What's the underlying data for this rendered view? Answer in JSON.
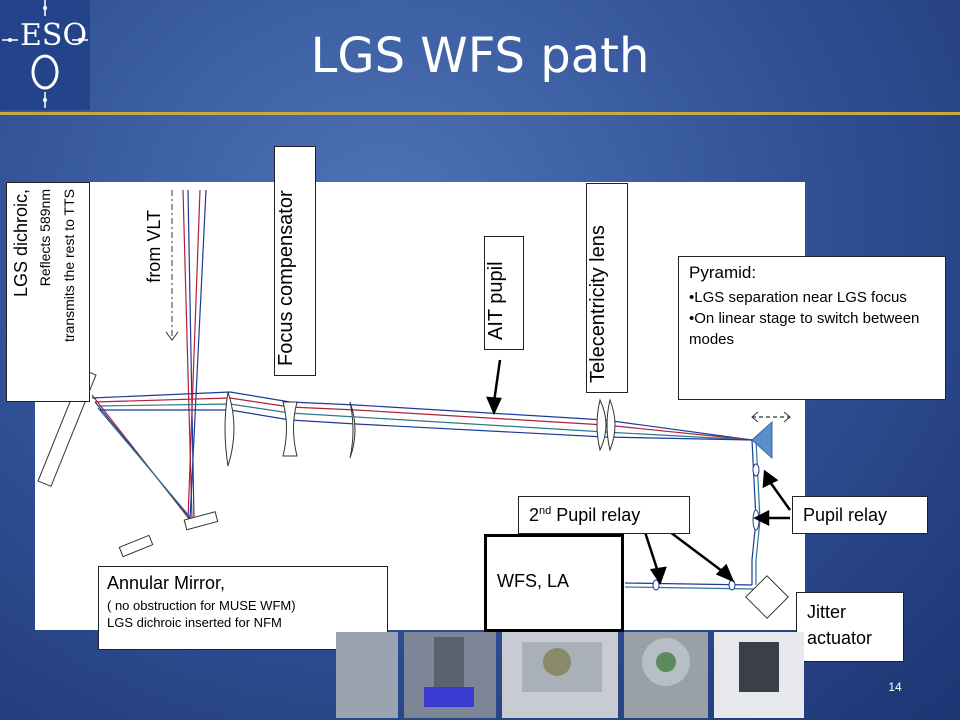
{
  "slide": {
    "title": "LGS WFS path",
    "slide_number": "14",
    "logo_text": "ESO"
  },
  "labels": {
    "lgs_dichroic_title": "LGS dichroic,",
    "lgs_dichroic_line1": "Reflects 589nm",
    "lgs_dichroic_line2": "transmits the rest to TTS",
    "from_vlt": "from VLT",
    "focus_compensator": "Focus compensator",
    "ait_pupil": "AIT pupil",
    "telecentricity_lens": "Telecentricity lens",
    "pyramid_title": "Pyramid:",
    "pyramid_bullets": [
      "LGS separation near LGS focus",
      "On linear stage to switch between modes"
    ],
    "second_pupil_relay_prefix": "2",
    "second_pupil_relay_sup": "nd",
    "second_pupil_relay_suffix": " Pupil relay",
    "pupil_relay": "Pupil relay",
    "wfs_la": "WFS, LA",
    "jitter_actuator_line1": "Jitter",
    "jitter_actuator_line2": "actuator",
    "annular_title": "Annular Mirror,",
    "annular_line1": "( no obstruction for MUSE WFM)",
    "annular_line2": "LGS dichroic inserted for NFM"
  },
  "colors": {
    "beam_red": "#b0203a",
    "beam_blue": "#1c3a9a",
    "beam_teal": "#2a7a8a",
    "pyramid": "#5b8ec9",
    "gold_rule": "#c8a840"
  }
}
